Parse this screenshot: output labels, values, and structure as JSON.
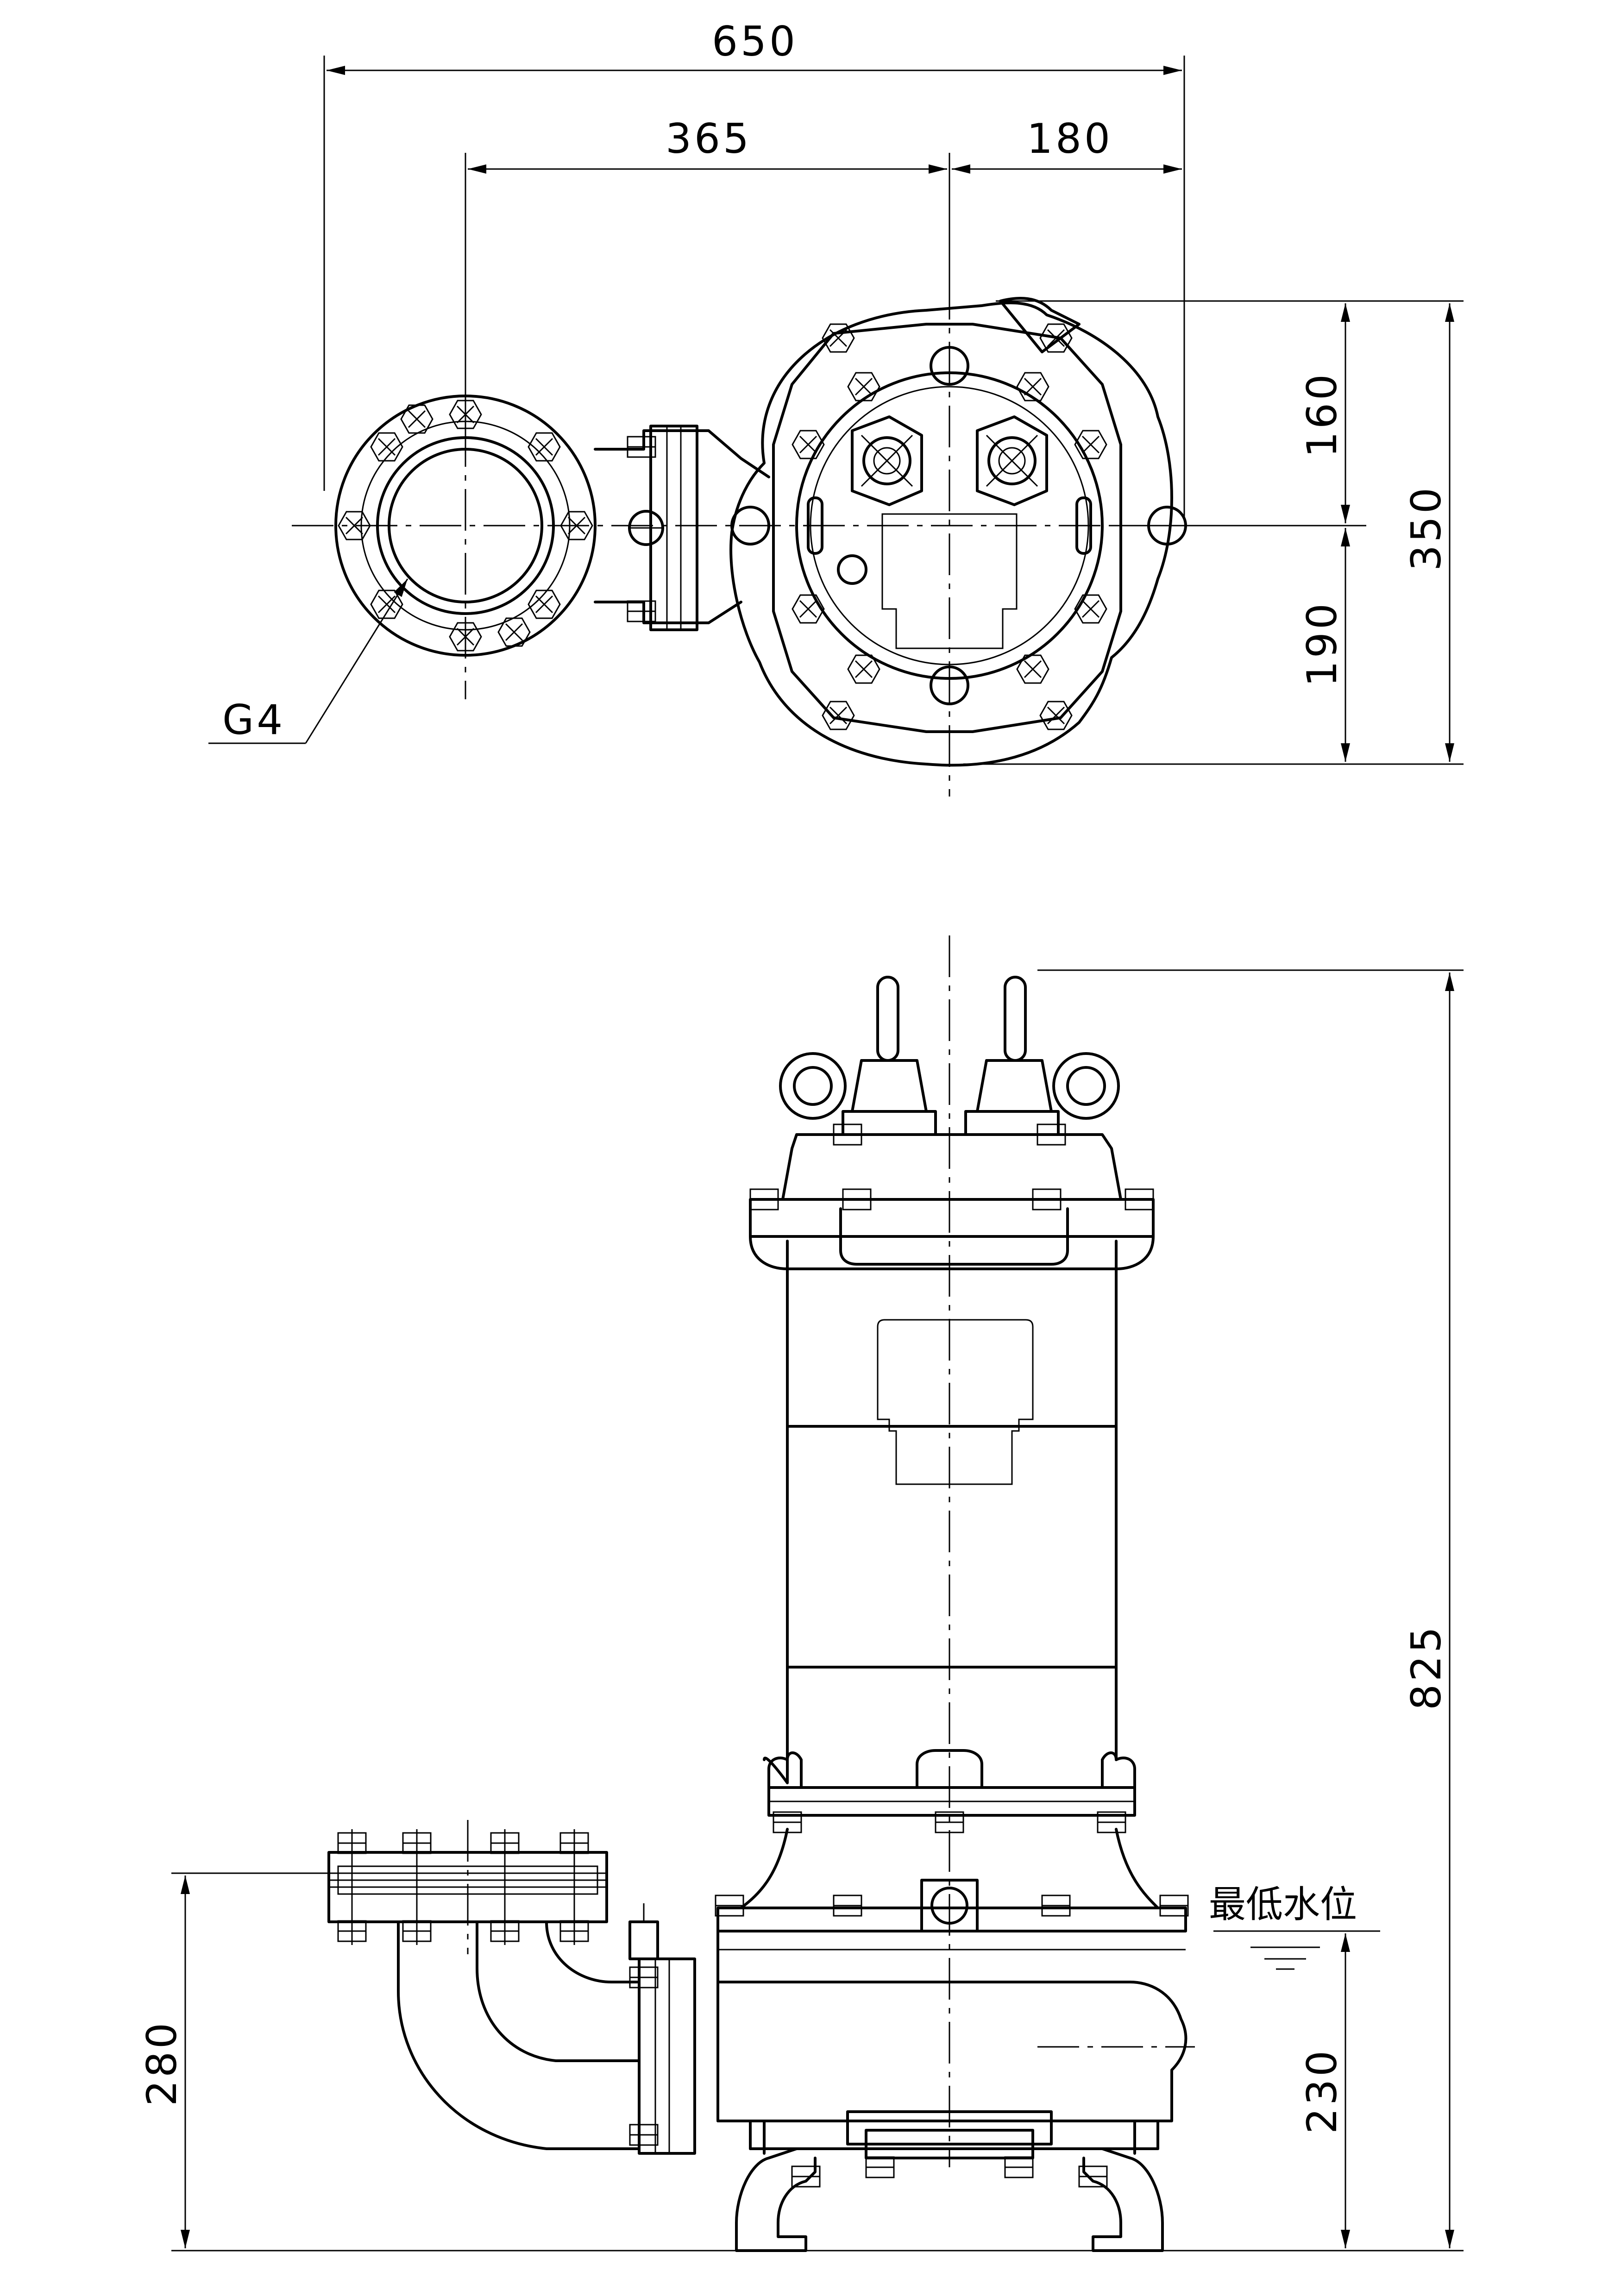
{
  "dimensions": {
    "overall_width": "650",
    "flange_to_center": "365",
    "center_to_right": "180",
    "top_to_center": "160",
    "center_to_bottom": "190",
    "overall_depth": "350",
    "overall_height": "825",
    "discharge_height": "280",
    "min_water_level_height": "230"
  },
  "labels": {
    "flange_spec": "G4",
    "min_water_level": "最低水位"
  }
}
